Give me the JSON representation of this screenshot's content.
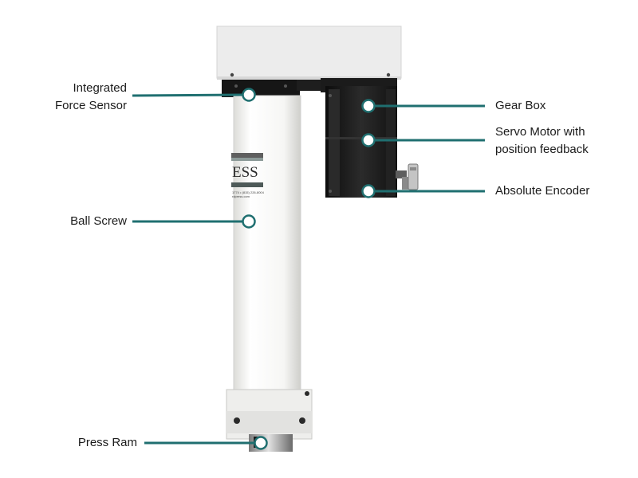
{
  "callouts": {
    "force_sensor": {
      "line1": "Integrated",
      "line2": "Force Sensor"
    },
    "ball_screw": {
      "text": "Ball Screw"
    },
    "press_ram": {
      "text": "Press Ram"
    },
    "gear_box": {
      "text": "Gear Box"
    },
    "servo_motor": {
      "line1": "Servo Motor with",
      "line2": "position feedback"
    },
    "encoder": {
      "text": "Absolute Encoder"
    }
  },
  "decal": {
    "brand": "ESS",
    "fine_print_1": "1774 • (815) 226-8004",
    "fine_print_2": "rdpress.com"
  },
  "colors": {
    "accent": "#1f6f70",
    "housing": "#ececec",
    "column": "#f7f7f5",
    "motor": "#1a1a1a"
  }
}
